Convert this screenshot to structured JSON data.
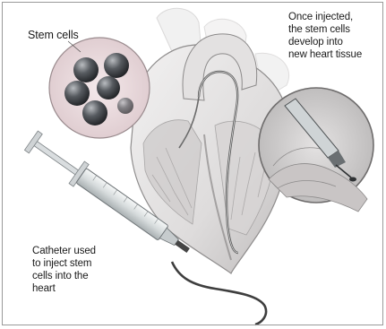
{
  "labels": {
    "stem_cells": "Stem cells",
    "once_injected": [
      "Once injected,",
      "the stem cells",
      "develop into",
      "new heart tissue"
    ],
    "catheter": [
      "Catheter used",
      "to inject stem",
      "cells into the",
      "heart"
    ]
  },
  "colors": {
    "background": "#ffffff",
    "heart_tissue": "#e9e7e7",
    "heart_shadow": "#9d9b9b",
    "cell_circle_fill": "#ead9dc",
    "stem_cell": "#3f4246",
    "syringe_body": "#dfe3e4",
    "catheter": "#4a4a4a"
  }
}
